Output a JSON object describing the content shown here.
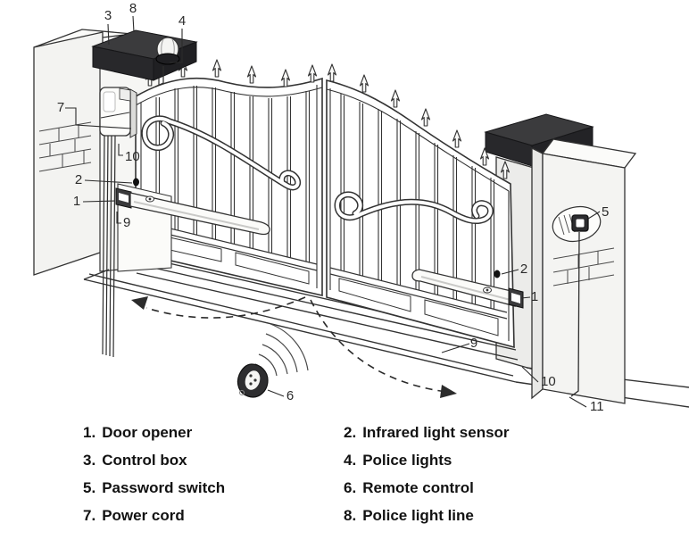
{
  "diagram": {
    "title_hint": "swing gate opener installation diagram",
    "callouts": {
      "c3": "3",
      "c8": "8",
      "c4": "4",
      "c7": "7",
      "c10_left": "10",
      "c2_left": "2",
      "c1_left": "1",
      "c9_left": "9",
      "c5": "5",
      "c2_right": "2",
      "c1_right": "1",
      "c9_right": "9",
      "c10_right": "10",
      "c11": "11",
      "c6": "6"
    },
    "colors": {
      "line": "#333333",
      "cap_top": "#3b3b3d",
      "cap_front": "#28282b",
      "pillar_fill": "#f3f3f1",
      "background": "#ffffff"
    }
  },
  "legend": {
    "items": [
      {
        "number": "1.",
        "label": "Door opener"
      },
      {
        "number": "2.",
        "label": "Infrared light sensor"
      },
      {
        "number": "3.",
        "label": "Control box"
      },
      {
        "number": "4.",
        "label": "Police lights"
      },
      {
        "number": "5.",
        "label": "Password switch"
      },
      {
        "number": "6.",
        "label": "Remote control"
      },
      {
        "number": "7.",
        "label": "Power cord"
      },
      {
        "number": "8.",
        "label": "Police light line"
      }
    ]
  }
}
